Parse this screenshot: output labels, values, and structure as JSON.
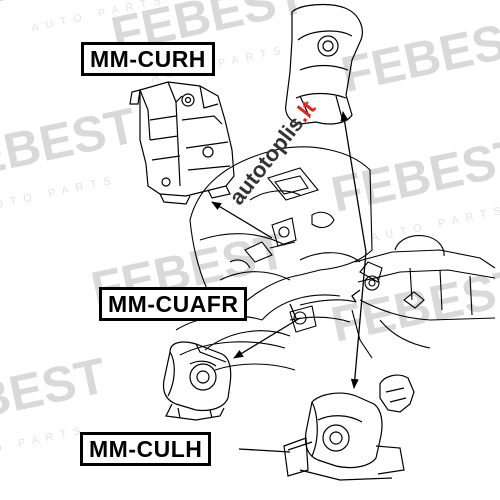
{
  "watermark": {
    "brand": "FEBEST",
    "sub": "AUTO PARTS"
  },
  "stamp": {
    "prefix": "autotoplis",
    "suffix": ".lt"
  },
  "labels": {
    "curh": "MM-CURH",
    "cuafr": "MM-CUAFR",
    "culh": "MM-CULH"
  },
  "colors": {
    "ink": "#000000",
    "watermark": "#d9d9d9",
    "stamp_accent": "#e0241b"
  }
}
